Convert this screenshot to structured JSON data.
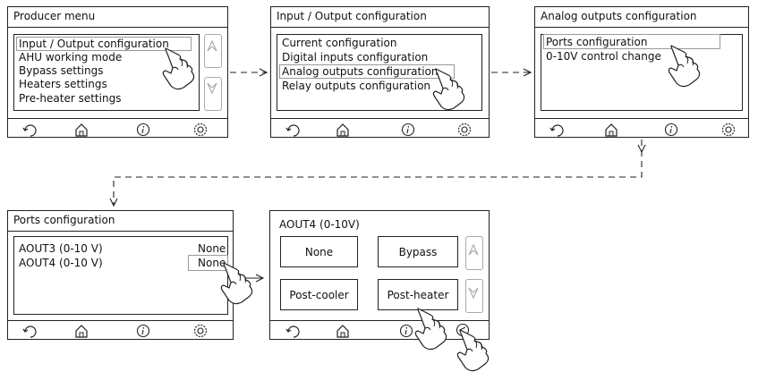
{
  "screen1": {
    "title": "Producer menu",
    "items": [
      "Input / Output configuration",
      "AHU working mode",
      "Bypass settings",
      "Heaters settings",
      "Pre-heater settings"
    ]
  },
  "screen2": {
    "title": "Input / Output configuration",
    "items": [
      "Current configuration",
      "Digital inputs configuration",
      "Analog outputs configuration",
      "Relay outputs configuration"
    ]
  },
  "screen3": {
    "title": "Analog outputs configuration",
    "items": [
      "Ports configuration",
      "0-10V control change"
    ]
  },
  "screen4": {
    "title": "Ports configuration",
    "rows": [
      {
        "label": "AOUT3 (0-10 V)",
        "value": "None"
      },
      {
        "label": "AOUT4 (0-10 V)",
        "value": "None"
      }
    ]
  },
  "screen5": {
    "caption": "AOUT4 (0-10V)",
    "options": [
      "None",
      "Bypass",
      "Post-cooler",
      "Post-heater"
    ]
  },
  "icons": {
    "bottom_bar": [
      "back-icon",
      "home-icon",
      "info-icon",
      "gear-icon"
    ]
  }
}
